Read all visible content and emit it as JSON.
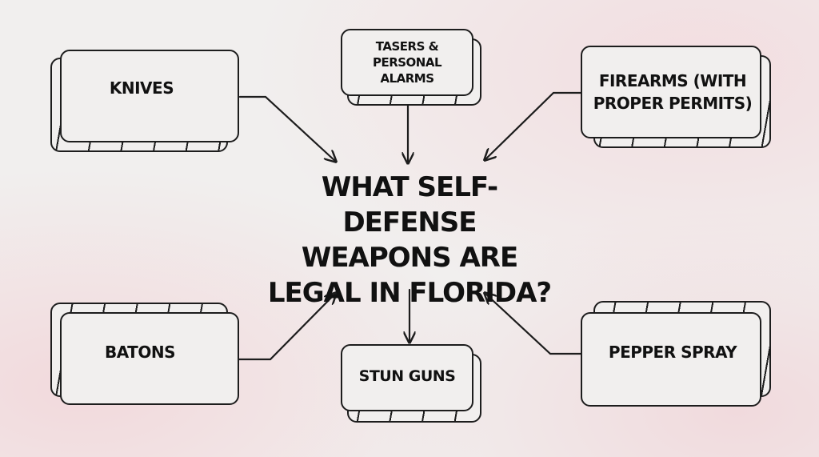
{
  "title": "WHAT SELF-DEFENSE WEAPONS ARE LEGAL IN FLORIDA?",
  "nodes": {
    "knives": "KNIVES",
    "tasers": "TASERS & PERSONAL ALARMS",
    "firearms": "FIREARMS (WITH PROPER PERMITS)",
    "batons": "BATONS",
    "stun_guns": "STUN GUNS",
    "pepper_spray": "PEPPER SPRAY"
  },
  "colors": {
    "ink": "#1d1d1d",
    "paper": "#f1efee",
    "blush": "#f3dde0"
  }
}
